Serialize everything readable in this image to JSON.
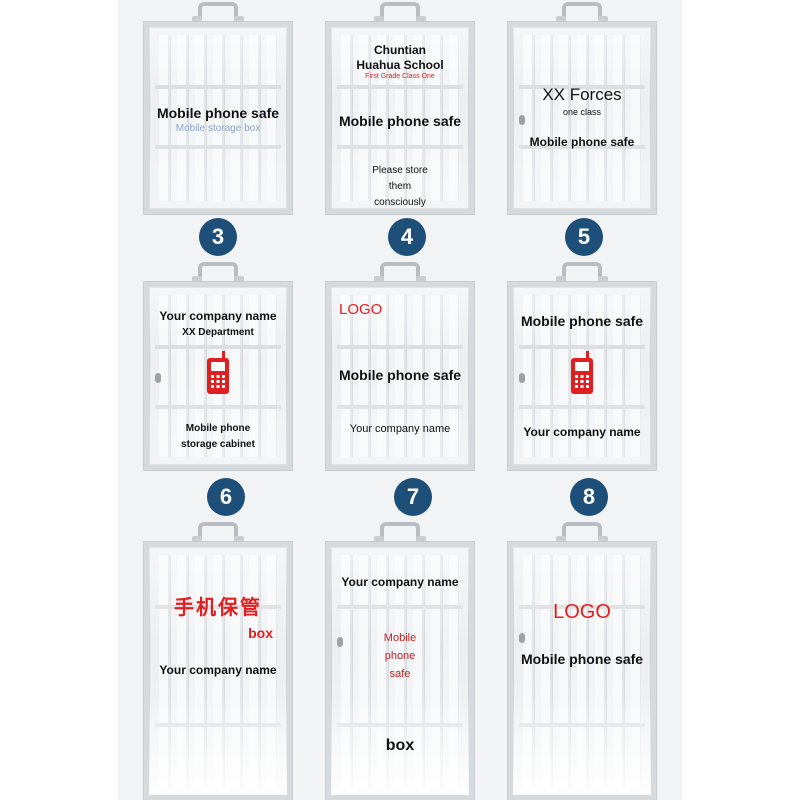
{
  "badges": [
    "3",
    "4",
    "5",
    "6",
    "7",
    "8"
  ],
  "cabinets": [
    {
      "main": "Mobile phone safe",
      "faint": "Mobile storage box"
    },
    {
      "school": "Chuntian Huahua School",
      "class": "First Grade Class One",
      "main": "Mobile phone safe",
      "note": "Please store them consciously"
    },
    {
      "title": "XX Forces",
      "sub": "one class",
      "main": "Mobile phone safe"
    },
    {
      "company": "Your company name",
      "dept": "XX Department",
      "label": "Mobile phone storage cabinet",
      "icon": "phone-icon"
    },
    {
      "logo": "LOGO",
      "main": "Mobile phone safe",
      "company": "Your company name"
    },
    {
      "main": "Mobile phone safe",
      "company": "Your company name",
      "icon": "phone-icon"
    },
    {
      "chinese": "手机保管",
      "box": "box",
      "company": "Your company name"
    },
    {
      "company": "Your company name",
      "red": "Mobile phone safe",
      "box": "box"
    },
    {
      "logo": "LOGO",
      "main": "Mobile phone safe"
    }
  ],
  "colors": {
    "badge": "#1d4f78",
    "accent_red": "#e02020",
    "frame": "#d7dadd"
  }
}
